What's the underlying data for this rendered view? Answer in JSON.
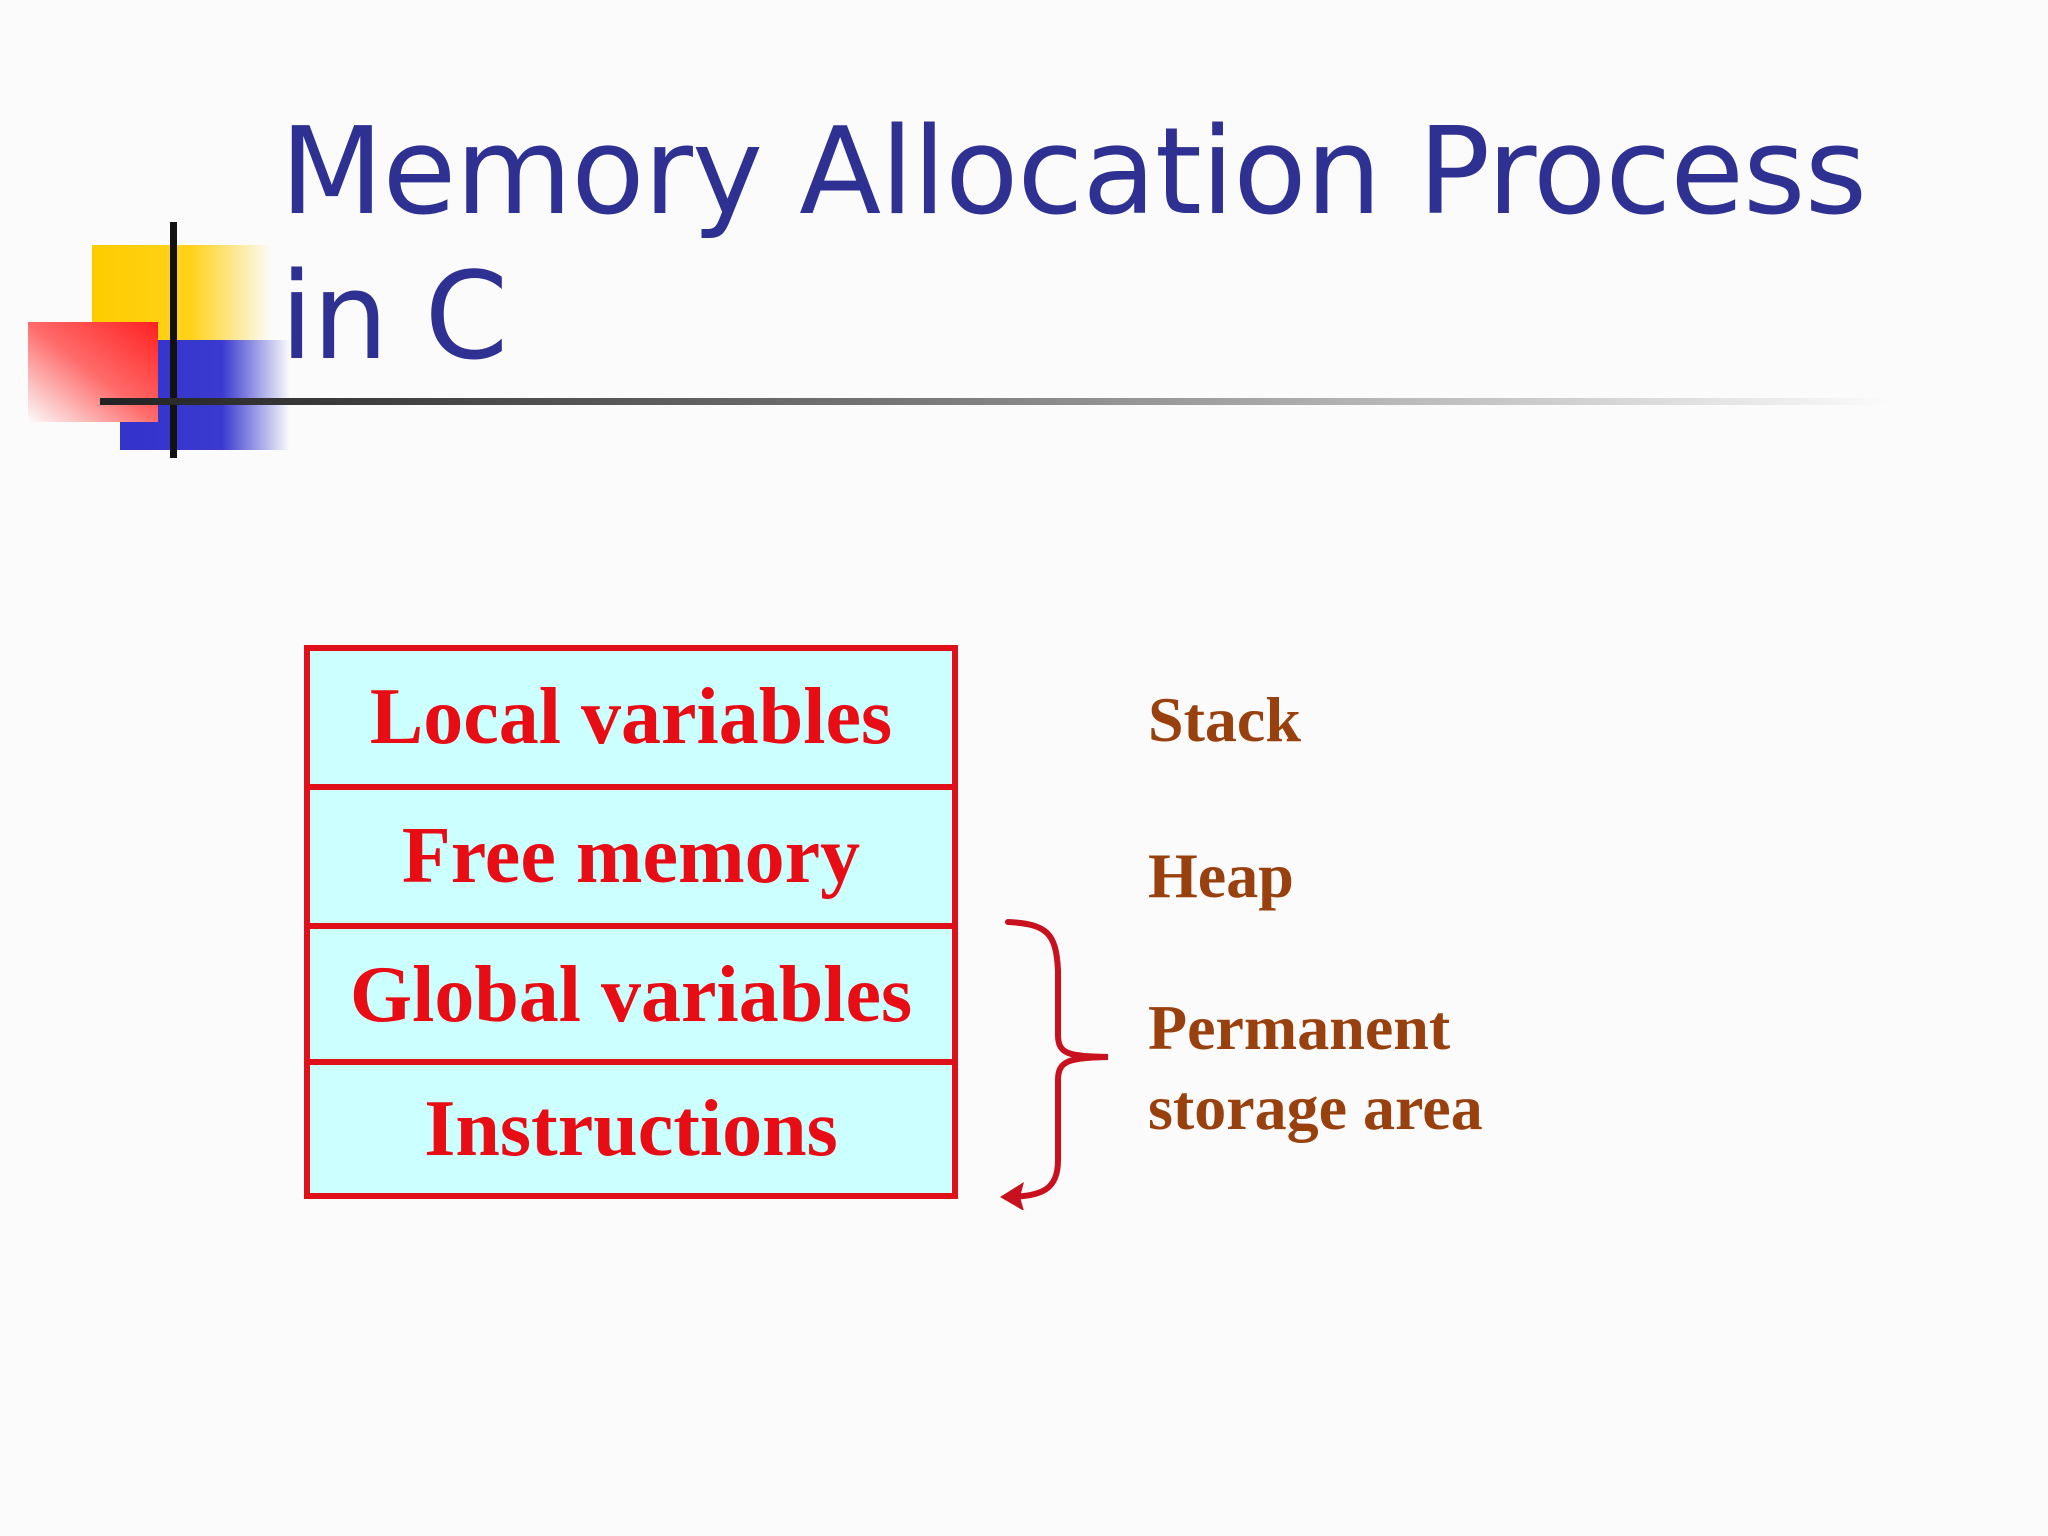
{
  "slide": {
    "title": "Memory Allocation Process  in C",
    "segments": [
      "Local variables",
      "Free memory",
      "Global variables",
      "Instructions"
    ],
    "labels": {
      "stack": "Stack",
      "heap": "Heap",
      "permanent_line1": "Permanent",
      "permanent_line2": "storage area"
    }
  },
  "colors": {
    "title": "#2e3192",
    "segment_text": "#e80c14",
    "segment_fill": "#ccffff",
    "segment_border": "#e0101a",
    "label_text": "#99400f",
    "brace": "#c8101e",
    "deco_yellow": "#ffcc00",
    "deco_blue": "#3333cc",
    "deco_red": "#ff3333"
  }
}
